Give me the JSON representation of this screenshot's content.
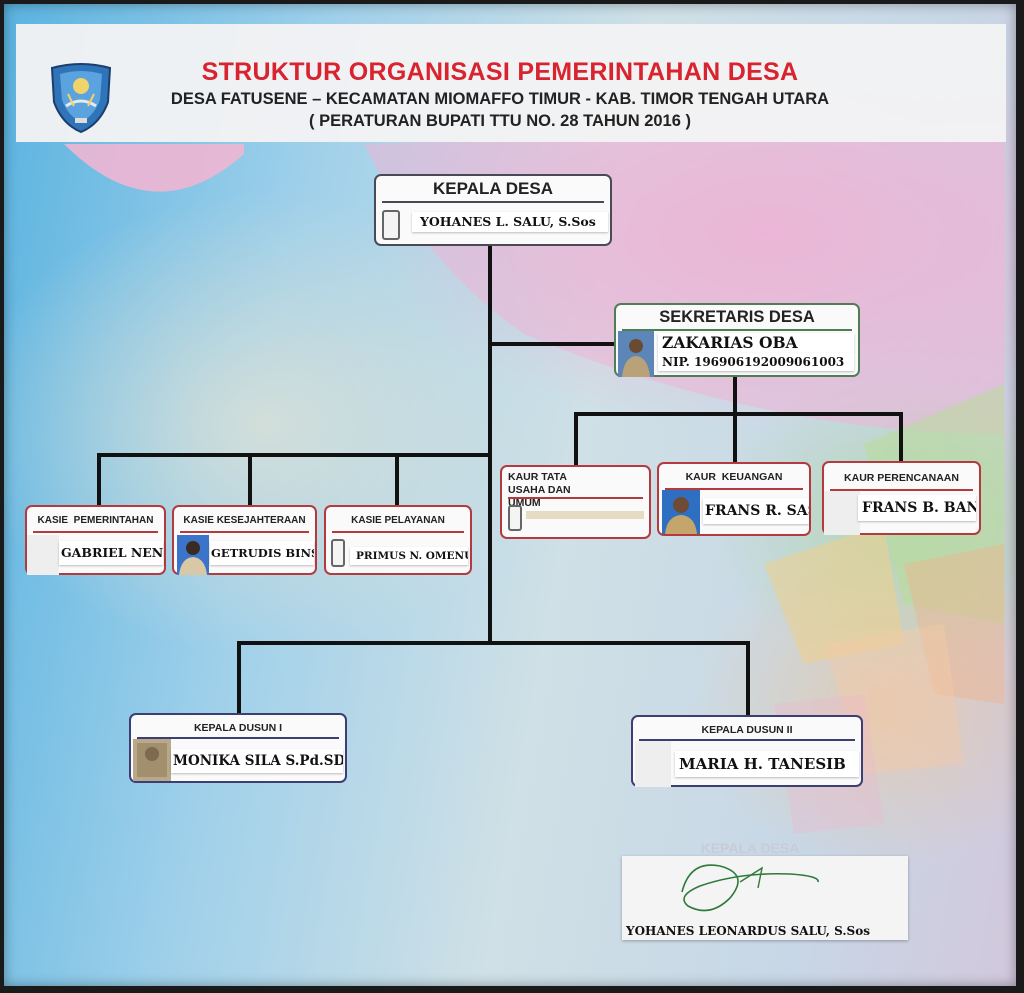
{
  "header": {
    "title": "STRUKTUR ORGANISASI PEMERINTAHAN DESA",
    "subtitle": "DESA FATUSENE – KECAMATAN MIOMAFFO TIMUR - KAB. TIMOR TENGAH UTARA",
    "regulation": "( PERATURAN BUPATI TTU NO. 28 TAHUN 2016 )"
  },
  "kepala_desa": {
    "title": "KEPALA DESA",
    "name": "YOHANES L. SALU, S.Sos"
  },
  "sekretaris": {
    "title": "SEKRETARIS DESA",
    "name": "ZAKARIAS OBA",
    "nip": "NIP. 196906192009061003"
  },
  "kaur": [
    {
      "title": "KAUR TATA USAHA DAN UMUM",
      "name": ""
    },
    {
      "title": "KAUR  KEUANGAN",
      "name": "FRANS R. SASI"
    },
    {
      "title": "KAUR PERENCANAAN",
      "name": "FRANS B. BANA"
    }
  ],
  "kasie": [
    {
      "title": "KASIE  PEMERINTAHAN",
      "name": "GABRIEL NENAT"
    },
    {
      "title": "KASIE KESEJAHTERAAN",
      "name": "GETRUDIS BINSASI"
    },
    {
      "title": "KASIE PELAYANAN",
      "name": "PRIMUS N. OMENU"
    }
  ],
  "dusun": [
    {
      "title": "KEPALA DUSUN I",
      "name": "MONIKA SILA S.Pd.SD"
    },
    {
      "title": "KEPALA DUSUN II",
      "name": "MARIA H. TANESIB"
    }
  ],
  "signature": {
    "title": "KEPALA DESA",
    "name": "YOHANES LEONARDUS SALU, S.Sos"
  },
  "colors": {
    "title_red": "#d9232e",
    "box_red": "#b33a3f",
    "box_green": "#4f7d56",
    "box_navy": "#3b3f73",
    "line": "#111111"
  }
}
